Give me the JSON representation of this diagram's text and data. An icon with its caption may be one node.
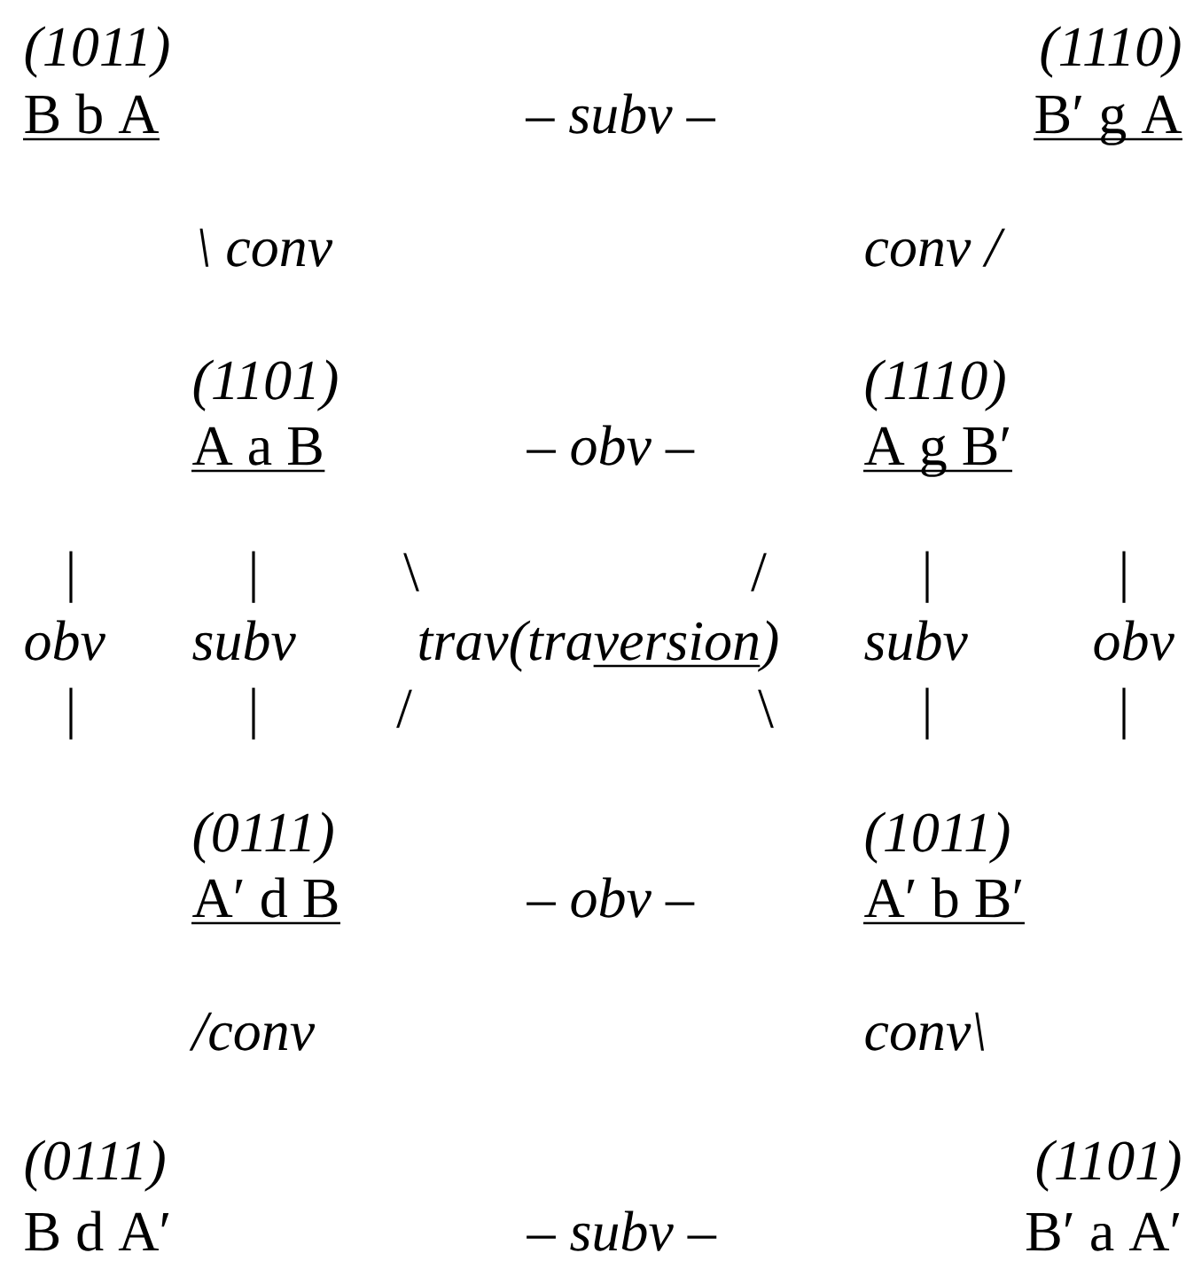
{
  "diagram": {
    "labels": [
      "(1011)",
      "(1110)",
      "B b A",
      "– subv –",
      "B′ g A",
      "\\ conv",
      "conv /",
      "(1101)",
      "(1110)",
      "A a B",
      "– obv –",
      "A g B′",
      "|",
      "|",
      "\\",
      "/",
      "|",
      "|",
      "obv",
      "subv",
      "trav(traversion)",
      "subv",
      "obv",
      "|",
      "|",
      "/",
      "\\",
      "|",
      "|",
      "(0111)",
      "(1011)",
      "A′ d B",
      "– obv –",
      "A′ b B′",
      "/conv",
      "conv\\",
      "(0111)",
      "(1101)",
      "B d A′",
      "– subv –",
      "B′ a A′"
    ]
  }
}
